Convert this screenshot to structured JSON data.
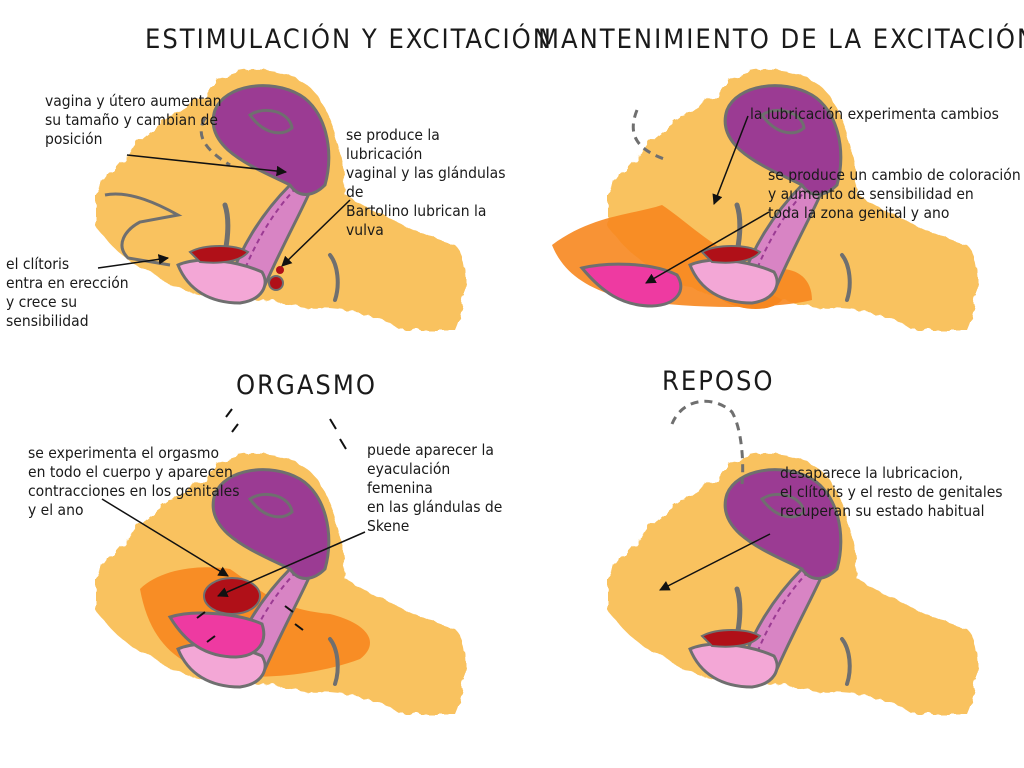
{
  "panels": [
    {
      "title": "ESTIMULACIÓN Y EXCITACIÓN",
      "labels": [
        "vagina y útero aumentan\nsu tamaño y cambian de\nposición",
        "se produce la lubricación\nvaginal y las glándulas de\nBartolino lubrican la vulva",
        "el clítoris\nentra en erección\ny crece su\nsensibilidad"
      ]
    },
    {
      "title": "MANTENIMIENTO DE LA EXCITACIÓN",
      "labels": [
        "la lubricación experimenta cambios",
        "se produce un cambio de coloración\ny aumento de sensibilidad en\ntoda la zona genital y ano"
      ]
    },
    {
      "title": "ORGASMO",
      "labels": [
        "se experimenta el orgasmo\nen todo el cuerpo y aparecen\ncontracciones en los genitales\ny el ano",
        "puede aparecer la\neyaculación femenina\nen las glándulas de\nSkene"
      ]
    },
    {
      "title": "REPOSO",
      "labels": [
        "desaparece la lubricacion,\nel clítoris y el resto de genitales\nrecuperan su estado habitual"
      ]
    }
  ],
  "colors": {
    "skin": "#f9c25e",
    "uterus": "#9b3b93",
    "vagina_wall": "#d884c4",
    "vulva_pink": "#f3a7d6",
    "vulva_hot": "#ee3aa1",
    "clitoris": "#b01018",
    "flush": "#f7871f",
    "outline": "#6f6f6f"
  }
}
